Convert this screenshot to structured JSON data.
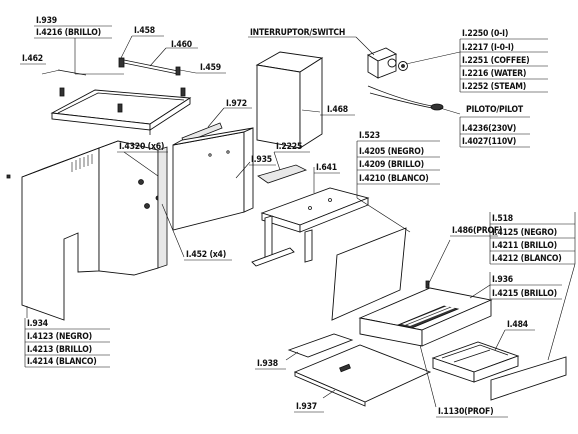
{
  "labels": {
    "l939": "I.939",
    "l4216": "I.4216 (BRILLO)",
    "l458": "I.458",
    "l460": "I.460",
    "l462": "I.462",
    "l459": "I.459",
    "l972": "I.972",
    "l468": "I.468",
    "switch_title": "INTERRUPTOR/SWITCH",
    "l2250": "I.2250 (0-I)",
    "l2217": "I.2217 (I-0-I)",
    "l2251": "I.2251 (COFFEE)",
    "l2216": "I.2216 (WATER)",
    "l2252": "I.2252 (STEAM)",
    "pilot_title": "PILOTO/PILOT",
    "l4236": "I.4236(230V)",
    "l4027": "I.4027(110V)",
    "l4320": "I.4320 (x6)",
    "l935": "I.935",
    "l2225": "I.2225",
    "l641": "I.641",
    "l523": "I.523",
    "l4205": "I.4205 (NEGRO)",
    "l4209": "I.4209 (BRILLO)",
    "l4210": "I.4210 (BLANCO)",
    "l452": "I.452 (x4)",
    "l486": "I.486(PROF)",
    "l518": "I.518",
    "l4125": "I.4125 (NEGRO)",
    "l4211": "I.4211 (BRILLO)",
    "l4212": "I.4212 (BLANCO)",
    "l936": "I.936",
    "l4215": "I.4215 (BRILLO)",
    "l484": "I.484",
    "l934": "I.934",
    "l4123": "I.4123 (NEGRO)",
    "l4213": "I.4213 (BRILLO)",
    "l4214": "I.4214 (BLANCO)",
    "l938": "I.938",
    "l937": "I.937",
    "l1130": "I.1130(PROF)"
  }
}
